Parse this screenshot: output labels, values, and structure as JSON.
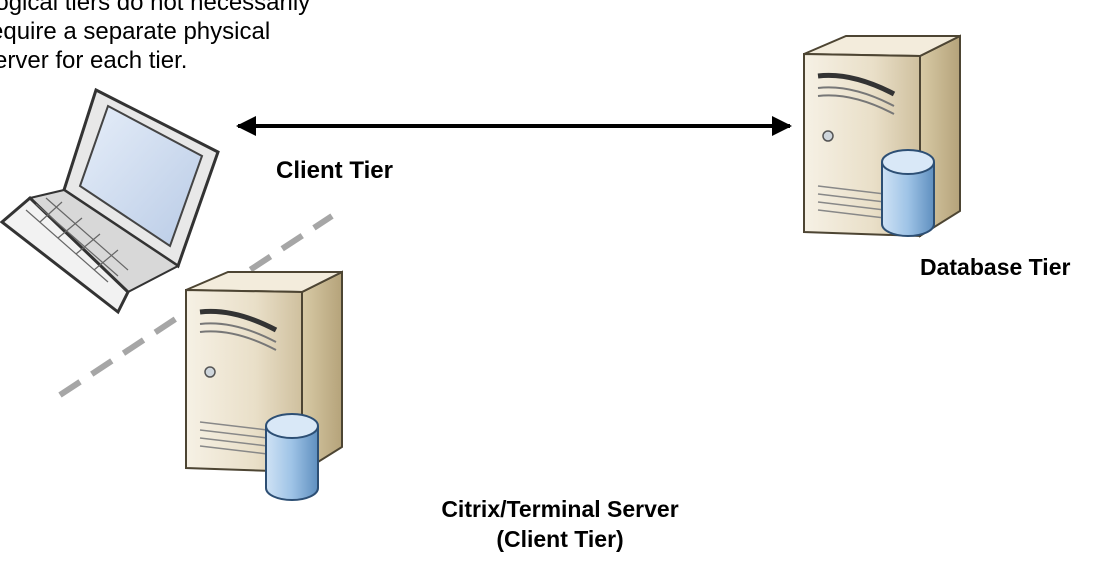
{
  "note": {
    "lines": [
      "Logical tiers do not necessarily",
      "require a separate physical",
      "server for each tier."
    ]
  },
  "labels": {
    "client_tier": "Client Tier",
    "database_tier": "Database Tier",
    "citrix_line1": "Citrix/Terminal Server",
    "citrix_line2": "(Client Tier)"
  },
  "nodes": {
    "laptop": "laptop-icon",
    "database_server": "database-server-icon",
    "citrix_server": "citrix-server-icon"
  },
  "colors": {
    "arrow": "#000000",
    "divider": "#a6a6a6",
    "server_body": "#e9dfc8",
    "database_cylinder": "#9ec3e6"
  }
}
